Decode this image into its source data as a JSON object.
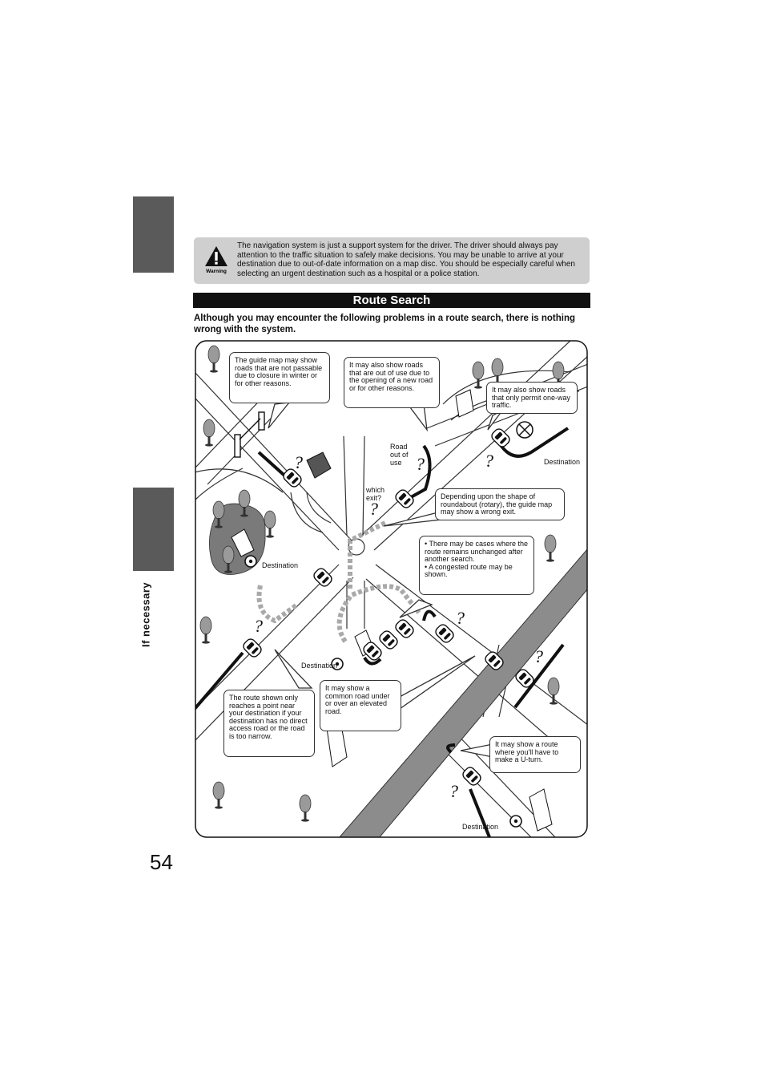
{
  "page": {
    "number": "54",
    "side_label": "If necessary"
  },
  "warning": {
    "icon_label": "Warning",
    "text": "The navigation system is just a support system for the driver. The driver should always pay attention to the traffic situation to safely make decisions. You may be unable to arrive at your destination due to out-of-date information on a map disc. You should be especially careful when selecting an urgent destination such as a hospital or a police station."
  },
  "section": {
    "title": "Route Search",
    "intro": "Although you may encounter the following problems in a route search, there is nothing wrong with the system."
  },
  "callouts": {
    "closure": "The guide map may show roads that are not passable due to closure in winter or for other reasons.",
    "out_of_use": "It may also show roads that are out of use due to the opening of a new road or for other reasons.",
    "one_way": "It may also show roads that only permit one-way traffic.",
    "roundabout": "Depending upon the shape of roundabout (rotary), the guide map may show a wrong exit.",
    "congested_1": "• There may be cases where the route remains unchanged after another search.",
    "congested_2": "• A congested route may be shown.",
    "near_destination": "The route shown only reaches a point near your destination if your destination has no direct access road or the road is too narrow.",
    "elevated": "It may show a common road under or over an elevated road.",
    "u_turn": "It may show a route where you'll have to make a U-turn."
  },
  "labels": {
    "road_out_of_use": "Road out of use",
    "which_exit": "which exit?",
    "destination": "Destination",
    "question": "?"
  },
  "colors": {
    "tab": "#5a5a5a",
    "warning_bg": "#cfcfcf",
    "elevated_road": "#8c8c8c",
    "route_gray": "#a9a9a9"
  }
}
